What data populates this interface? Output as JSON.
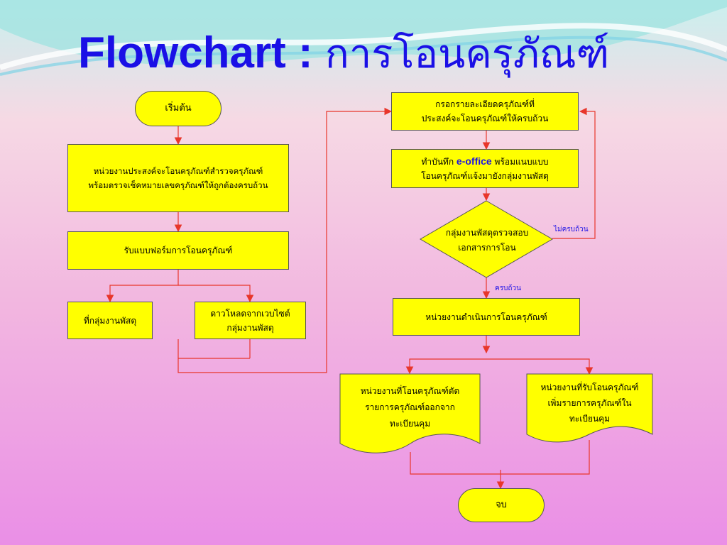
{
  "title": {
    "prefix": "Flowchart : ",
    "thai": "การโอนครุภัณฑ์"
  },
  "nodes": {
    "start": "เริ่มต้น",
    "unit_survey_1": "หน่วยงานประสงค์จะโอนครุภัณฑ์สำรวจครุภัณฑ์",
    "unit_survey_2": "พร้อมตรวจเช็คหมายเลขครุภัณฑ์ให้ถูกต้องครบถ้วน",
    "receive_form": "รับแบบฟอร์มการโอนครุภัณฑ์",
    "at_supply": "ที่กลุ่มงานพัสดุ",
    "download_1": "ดาวโหลดจากเวบไซต์",
    "download_2": "กลุ่มงานพัสดุ",
    "fill_1": "กรอกรายละเอียดครุภัณฑ์ที่",
    "fill_2": "ประสงค์จะโอนครุภัณฑ์ให้ครบถ้วน",
    "memo_1a": "ทำบันทึก ",
    "memo_1b": "e-office",
    "memo_1c": " พร้อมแนบแบบ",
    "memo_2": "โอนครุภัณฑ์แจ้งมายังกลุ่มงานพัสดุ",
    "check_1": "กลุ่มงานพัสดุตรวจสอบ",
    "check_2": "เอกสารการโอน",
    "execute": "หน่วยงานดำเนินการโอนครุภัณฑ์",
    "sender_1": "หน่วยงานที่โอนครุภัณฑ์ตัด",
    "sender_2": "รายการครุภัณฑ์ออกจาก",
    "sender_3": "ทะเบียนคุม",
    "receiver_1": "หน่วยงานที่รับโอนครุภัณฑ์",
    "receiver_2": "เพิ่มรายการครุภัณฑ์ใน",
    "receiver_3": "ทะเบียนคุม",
    "end": "จบ"
  },
  "labels": {
    "incomplete": "ไม่ครบถ้วน",
    "complete": "ครบถ้วน"
  },
  "colors": {
    "node_fill": "#ffff00",
    "line": "#e8362b",
    "title": "#1a10e6",
    "label": "#1a10e6"
  }
}
